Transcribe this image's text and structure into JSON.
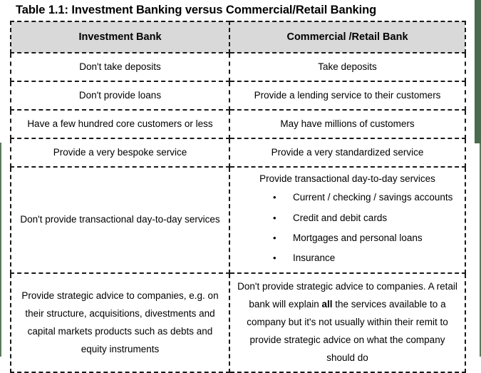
{
  "document": {
    "title": "Table 1.1: Investment Banking versus Commercial/Retail Banking"
  },
  "colors": {
    "header_fill": "#d9d9d9",
    "border": "#1a1a1a",
    "page_edge": "#4a6b4d",
    "text": "#000000"
  },
  "table": {
    "headers": {
      "investment": "Investment Bank",
      "commercial": "Commercial /Retail Bank"
    },
    "rows": [
      {
        "investment": "Don't take deposits",
        "commercial": "Take deposits"
      },
      {
        "investment": "Don't provide loans",
        "commercial": "Provide a lending service to their customers"
      },
      {
        "investment": "Have a few hundred core customers or less",
        "commercial": "May have millions of customers"
      },
      {
        "investment": "Provide a very bespoke service",
        "commercial": "Provide a very standardized service"
      }
    ],
    "services_row": {
      "investment": "Don't provide transactional day-to-day services",
      "commercial_heading": "Provide transactional day-to-day services",
      "commercial_bullets": [
        "Current / checking / savings accounts",
        "Credit and debit cards",
        "Mortgages and personal loans",
        "Insurance"
      ]
    },
    "advice_row": {
      "investment": "Provide strategic advice to companies, e.g. on their structure, acquisitions, divestments and capital markets products such as debts and equity instruments",
      "commercial_part1": "Don't provide strategic advice to companies. A retail bank will explain ",
      "commercial_emphasis": "all",
      "commercial_part2": " the services available to a company but it's not usually within their remit to provide strategic advice on what the company should do"
    }
  }
}
